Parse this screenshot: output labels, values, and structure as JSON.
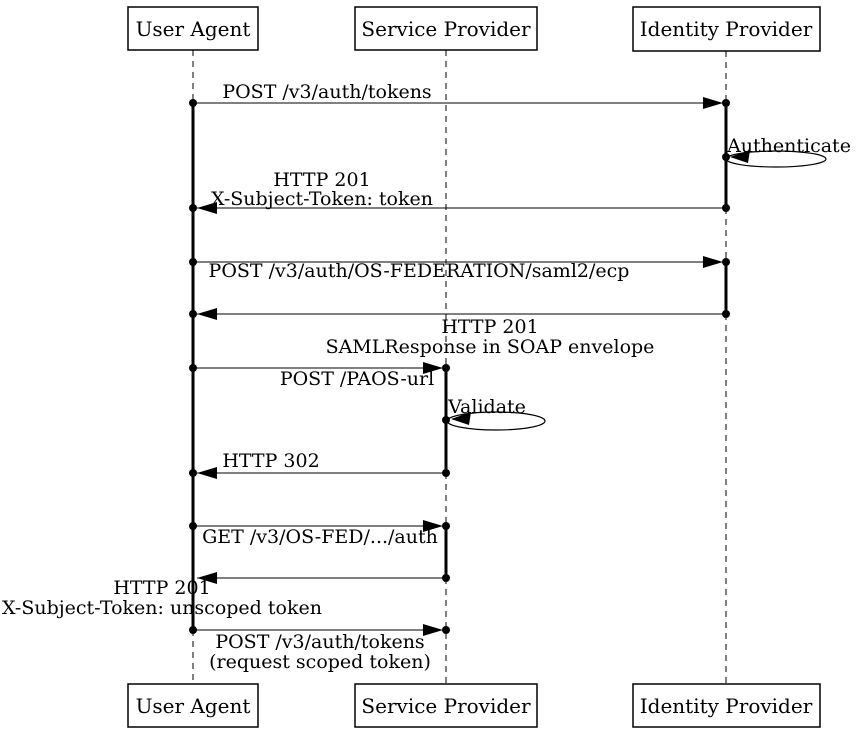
{
  "diagram": {
    "type": "sequence",
    "colors": {
      "background": "#ffffff",
      "foreground": "#000000"
    },
    "actors": [
      {
        "name": "User Agent"
      },
      {
        "name": "Service Provider"
      },
      {
        "name": "Identity Provider"
      }
    ],
    "messages": [
      {
        "from": "User Agent",
        "to": "Identity Provider",
        "lines": [
          "POST /v3/auth/tokens"
        ]
      },
      {
        "self": "Identity Provider",
        "lines": [
          "Authenticate"
        ]
      },
      {
        "from": "Identity Provider",
        "to": "User Agent",
        "lines": [
          "HTTP 201",
          "X-Subject-Token: token"
        ]
      },
      {
        "from": "User Agent",
        "to": "Identity Provider",
        "lines": [
          "POST /v3/auth/OS-FEDERATION/saml2/ecp"
        ]
      },
      {
        "from": "Identity Provider",
        "to": "User Agent",
        "lines": [
          "HTTP 201",
          "SAMLResponse in SOAP envelope"
        ]
      },
      {
        "from": "User Agent",
        "to": "Service Provider",
        "lines": [
          "POST /PAOS-url"
        ]
      },
      {
        "self": "Service Provider",
        "lines": [
          "Validate"
        ]
      },
      {
        "from": "Service Provider",
        "to": "User Agent",
        "lines": [
          "HTTP 302"
        ]
      },
      {
        "from": "User Agent",
        "to": "Service Provider",
        "lines": [
          "GET /v3/OS-FED/.../auth"
        ]
      },
      {
        "from": "Service Provider",
        "to": "User Agent",
        "lines": [
          "HTTP 201",
          "X-Subject-Token: unscoped token"
        ]
      },
      {
        "from": "User Agent",
        "to": "Service Provider",
        "lines": [
          "POST /v3/auth/tokens",
          "(request scoped token)"
        ]
      }
    ]
  }
}
